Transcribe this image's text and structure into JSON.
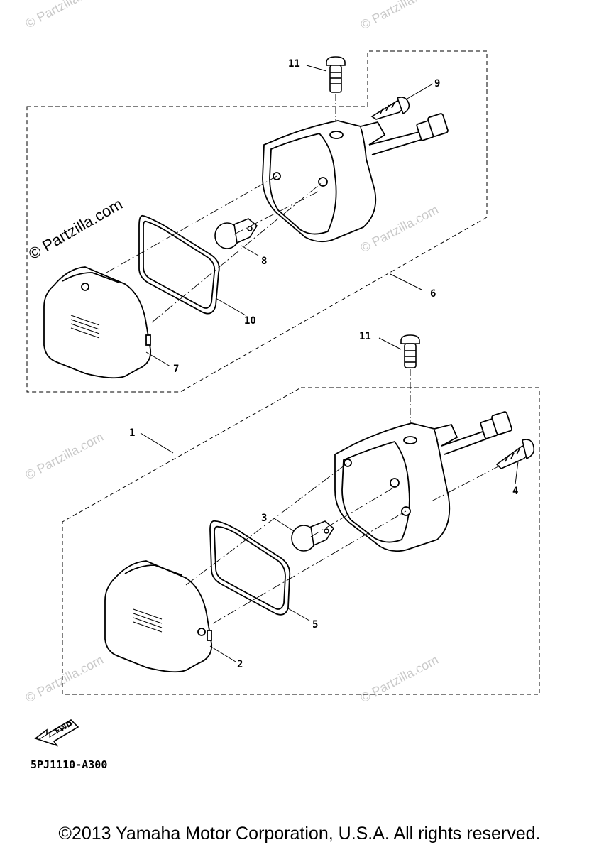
{
  "diagram": {
    "watermark_main": "© Partzilla.com",
    "watermark_faint": "© Partzilla.com",
    "callouts": {
      "c11a": "11",
      "c9": "9",
      "c8": "8",
      "c6": "6",
      "c10": "10",
      "c7": "7",
      "c11b": "11",
      "c1": "1",
      "c4": "4",
      "c3": "3",
      "c5": "5",
      "c2": "2"
    },
    "fwd_label": "FWD",
    "part_code": "5PJ1110-A300",
    "copyright": "©2013 Yamaha Motor Corporation, U.S.A. All rights reserved."
  }
}
